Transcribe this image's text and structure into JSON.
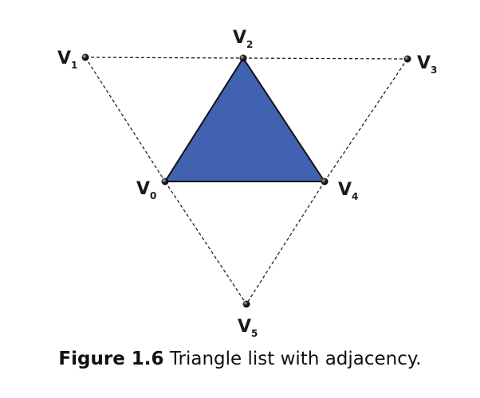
{
  "figure": {
    "caption_label": "Figure 1.6",
    "caption_text": "Triangle list with adjacency."
  },
  "diagram": {
    "vertex_letter": "V",
    "vertices": [
      {
        "name": "V0",
        "index": "0"
      },
      {
        "name": "V1",
        "index": "1"
      },
      {
        "name": "V2",
        "index": "2"
      },
      {
        "name": "V3",
        "index": "3"
      },
      {
        "name": "V4",
        "index": "4"
      },
      {
        "name": "V5",
        "index": "5"
      }
    ],
    "primary_triangle": [
      "V0",
      "V2",
      "V4"
    ],
    "adjacent_triangles": [
      [
        "V0",
        "V1",
        "V2"
      ],
      [
        "V2",
        "V3",
        "V4"
      ],
      [
        "V0",
        "V4",
        "V5"
      ]
    ],
    "colors": {
      "triangle_fill": "#4162b0",
      "edge": "#111111",
      "dashed_edge": "#222222",
      "vertex_dot": "#1e1e1e"
    }
  }
}
